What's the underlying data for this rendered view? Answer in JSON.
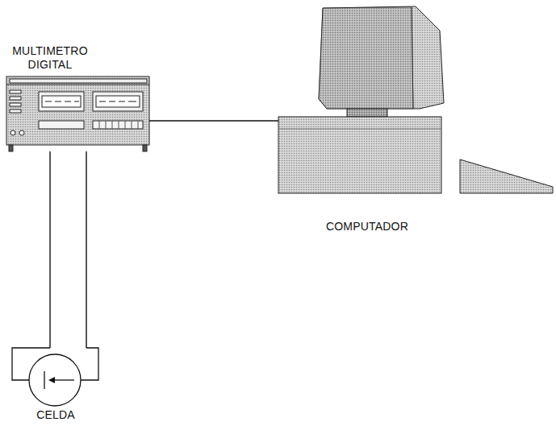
{
  "diagram": {
    "nodes": [
      {
        "text": [
          "MULTIMETRO DIGITAL"
        ]
      },
      {
        "text": [
          "COMPUTADOR"
        ]
      },
      {
        "text": [
          "CELDA"
        ]
      }
    ],
    "edges": [
      {
        "from": 0,
        "to": 1,
        "arrow": "none"
      },
      {
        "from": 0,
        "to": 2,
        "arrow": "none"
      },
      {
        "from": 0,
        "to": 2,
        "arrow": "none"
      }
    ]
  }
}
